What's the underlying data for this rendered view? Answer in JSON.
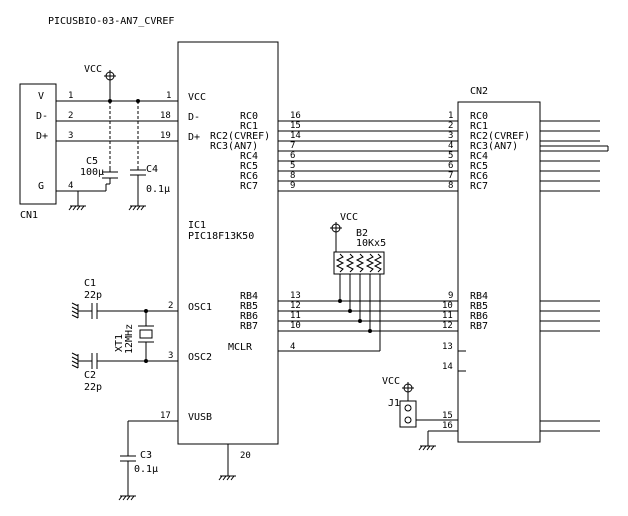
{
  "title": "PICUSBIO-03-AN7_CVREF",
  "cn1": {
    "ref": "CN1",
    "pins": [
      {
        "label": "V",
        "num": "1"
      },
      {
        "label": "D-",
        "num": "2"
      },
      {
        "label": "D+",
        "num": "3"
      },
      {
        "label": "G",
        "num": "4"
      }
    ]
  },
  "vcc_label": "VCC",
  "c5": {
    "ref": "C5",
    "value": "100μ"
  },
  "c4": {
    "ref": "C4",
    "value": "0.1μ"
  },
  "ic1": {
    "ref": "IC1",
    "part": "PIC18F13K50",
    "left_pins": [
      {
        "label": "VCC",
        "num": "1"
      },
      {
        "label": "D-",
        "num": "18"
      },
      {
        "label": "D+",
        "num": "19"
      },
      {
        "label": "OSC1",
        "num": "2"
      },
      {
        "label": "OSC2",
        "num": "3"
      },
      {
        "label": "VUSB",
        "num": "17"
      }
    ],
    "right_pins": [
      {
        "label": "RC0",
        "num": "16"
      },
      {
        "label": "RC1",
        "num": "15"
      },
      {
        "label": "RC2(CVREF)",
        "num": "14"
      },
      {
        "label": "RC3(AN7)",
        "num": "7"
      },
      {
        "label": "RC4",
        "num": "6"
      },
      {
        "label": "RC5",
        "num": "5"
      },
      {
        "label": "RC6",
        "num": "8"
      },
      {
        "label": "RC7",
        "num": "9"
      },
      {
        "label": "RB4",
        "num": "13"
      },
      {
        "label": "RB5",
        "num": "12"
      },
      {
        "label": "RB6",
        "num": "11"
      },
      {
        "label": "RB7",
        "num": "10"
      },
      {
        "label": "MCLR",
        "num": "4"
      }
    ],
    "gnd_pin": "20"
  },
  "b2": {
    "ref": "B2",
    "value": "10Kx5"
  },
  "c1": {
    "ref": "C1",
    "value": "22p"
  },
  "c2": {
    "ref": "C2",
    "value": "22p"
  },
  "xt1": {
    "ref": "XT1",
    "value": "12MHz"
  },
  "c3": {
    "ref": "C3",
    "value": "0.1μ"
  },
  "j1": {
    "ref": "J1"
  },
  "cn2": {
    "ref": "CN2",
    "pins": [
      {
        "num": "1",
        "label": "RC0"
      },
      {
        "num": "2",
        "label": "RC1"
      },
      {
        "num": "3",
        "label": "RC2(CVREF)"
      },
      {
        "num": "4",
        "label": "RC3(AN7)"
      },
      {
        "num": "5",
        "label": "RC4"
      },
      {
        "num": "6",
        "label": "RC5"
      },
      {
        "num": "7",
        "label": "RC6"
      },
      {
        "num": "8",
        "label": "RC7"
      },
      {
        "num": "9",
        "label": "RB4"
      },
      {
        "num": "10",
        "label": "RB5"
      },
      {
        "num": "11",
        "label": "RB6"
      },
      {
        "num": "12",
        "label": "RB7"
      },
      {
        "num": "13",
        "label": ""
      },
      {
        "num": "14",
        "label": ""
      },
      {
        "num": "15",
        "label": ""
      },
      {
        "num": "16",
        "label": ""
      }
    ]
  }
}
